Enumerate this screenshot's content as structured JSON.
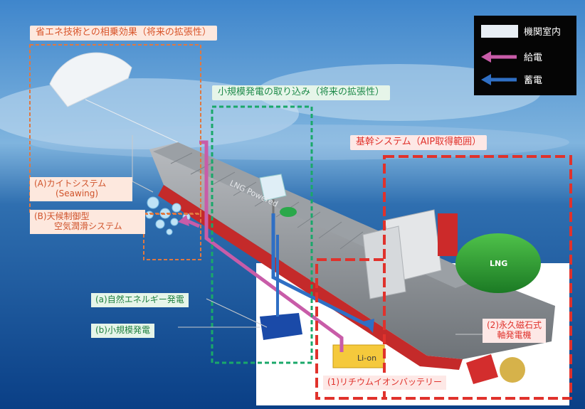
{
  "labels": {
    "synergy": "省エネ技術との相乗効果（将来の拡張性）",
    "small_gen": "小規模発電の取り込み（将来の拡張性）",
    "core_system": "基幹システム（AIP取得範囲）",
    "kite_1": "(A)カイトシステム",
    "kite_2": "(Seawing)",
    "air_1": "(B)天候制御型",
    "air_2": "空気潤滑システム",
    "natural": "(a)自然エネルギー発電",
    "small": "(b)小規模発電",
    "battery": "(1)リチウムイオンバッテリー",
    "pm_1": "(2)永久磁石式",
    "pm_2": "軸発電機",
    "li_ion": "Li-on",
    "lng": "LNG",
    "ship_name": "LNG Powered"
  },
  "legend": {
    "engine_room": "機関室内",
    "supply": "給電",
    "storage": "蓄電"
  },
  "colors": {
    "orange": "#e07840",
    "green": "#1aa86a",
    "red": "#e0322c",
    "supply": "#c85ca8",
    "storage": "#2f6fc4"
  }
}
